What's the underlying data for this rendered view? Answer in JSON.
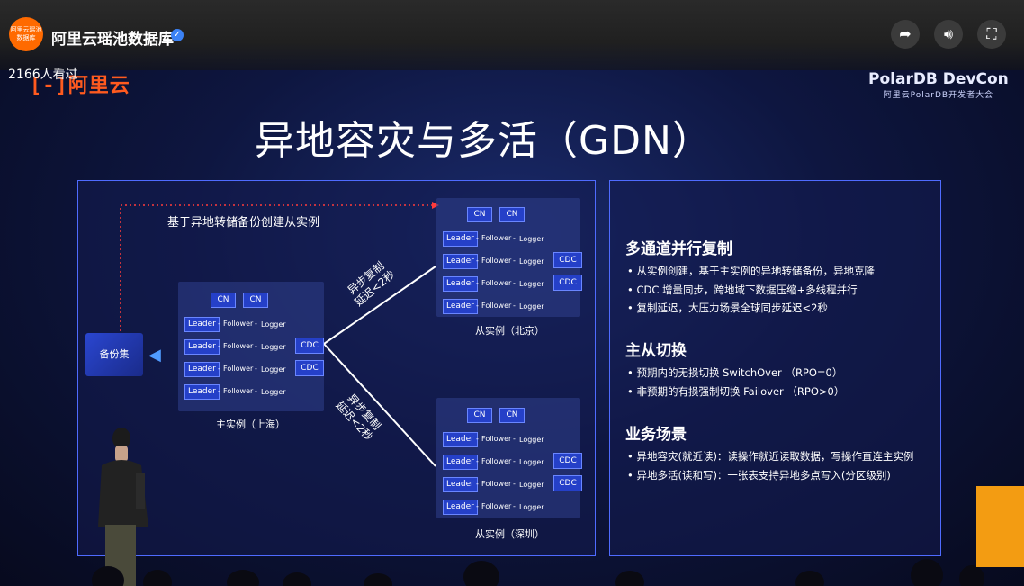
{
  "channel": {
    "name": "阿里云瑶池数据库",
    "avatar_text": "阿里云瑶池",
    "avatar_sub": "数据库",
    "viewers": "2166人看过"
  },
  "controls": {
    "share": "share-icon",
    "volume": "volume-icon",
    "fullscreen": "fullscreen-icon"
  },
  "slide": {
    "brand_logo": "阿里云",
    "devcon_title": "PolarDB DevCon",
    "devcon_sub": "阿里云PolarDB开发者大会",
    "title": "异地容灾与多活（GDN）",
    "diagram": {
      "backup_label": "备份集",
      "top_annotation": "基于异地转储备份创建从实例",
      "async_label": "异步复制",
      "delay_label": "延迟<2秒",
      "cn": "CN",
      "cdc": "CDC",
      "row": {
        "leader": "Leader",
        "follower": "Follower",
        "logger": "Logger",
        "dash": "-"
      },
      "primary_label": "主实例（上海）",
      "beijing_label": "从实例（北京）",
      "shenzhen_label": "从实例（深圳）"
    },
    "right_panel": {
      "sections": [
        {
          "heading": "多通道并行复制",
          "items": [
            "从实例创建，基于主实例的异地转储备份，异地克隆",
            "CDC 增量同步，跨地域下数据压缩+多线程并行",
            "复制延迟，大压力场景全球同步延迟<2秒"
          ]
        },
        {
          "heading": "主从切换",
          "items": [
            "预期内的无损切换 SwitchOver （RPO=0）",
            "非预期的有损强制切换 Failover （RPO>0）"
          ]
        },
        {
          "heading": "业务场景",
          "items": [
            "异地容灾(就近读)：读操作就近读取数据，写操作直连主实例",
            "异地多活(读和写)：一张表支持异地多点写入(分区级别)"
          ]
        }
      ]
    }
  }
}
